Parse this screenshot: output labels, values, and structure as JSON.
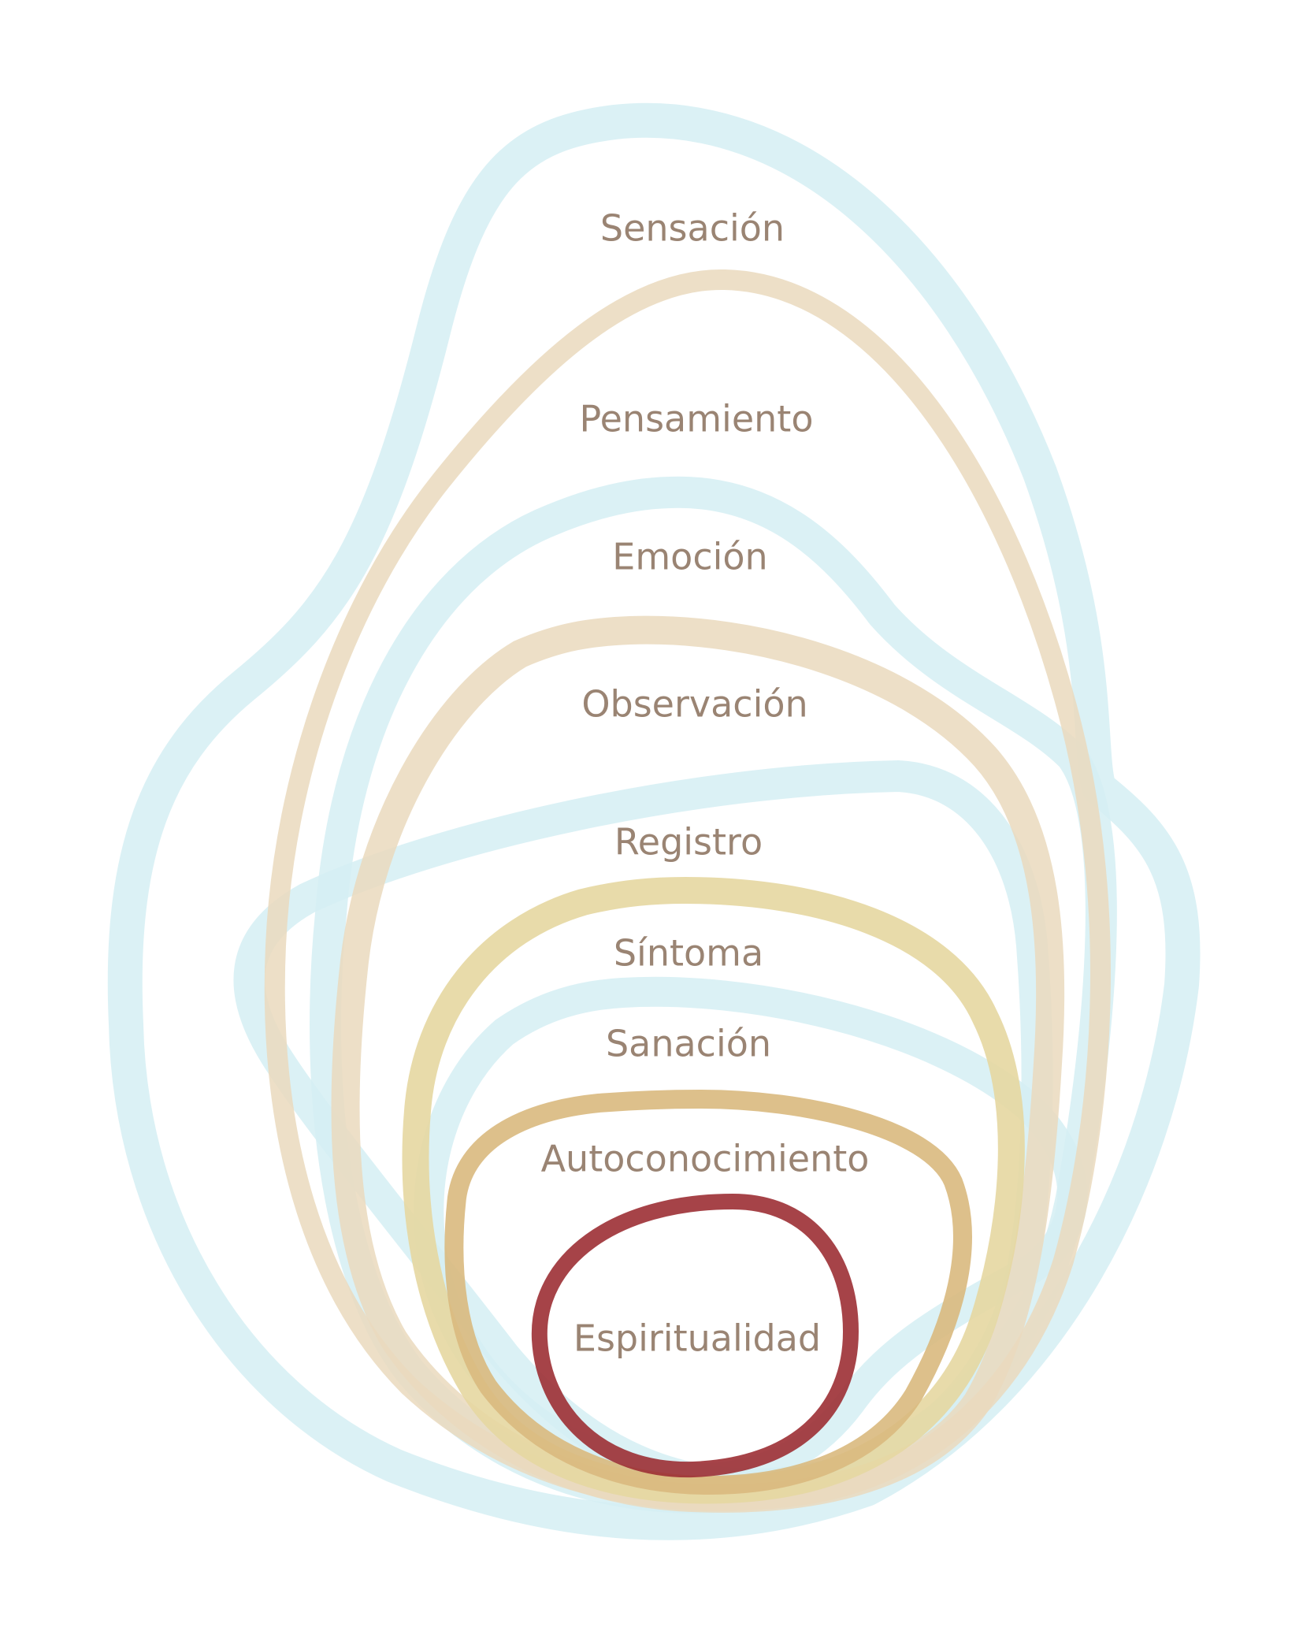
{
  "diagram": {
    "labels": {
      "sensacion": "Sensación",
      "pensamiento": "Pensamiento",
      "emocion": "Emoción",
      "observacion": "Observación",
      "registro": "Registro",
      "sintoma": "Síntoma",
      "sanacion": "Sanación",
      "autoconocimiento": "Autoconocimiento",
      "espiritualidad": "Espiritualidad"
    },
    "colors": {
      "blue": "#d5eef3",
      "tan": "#ead9bd",
      "yellow": "#e5d7a1",
      "gold": "#d9b97e",
      "red": "#9c2f34",
      "text": "#9a8473"
    }
  }
}
